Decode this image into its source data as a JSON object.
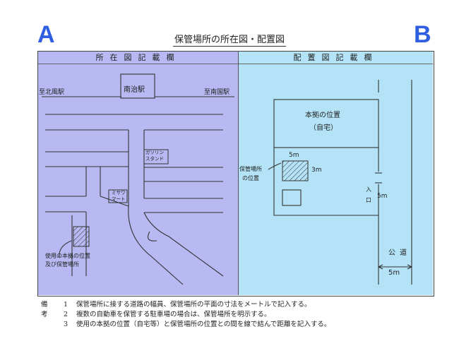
{
  "labels": {
    "left": "A",
    "right": "B"
  },
  "title": "保管場所の所在図・配置図",
  "location_map": {
    "header": "所在図記載欄",
    "station_center": "南治駅",
    "to_left": "至北風駅",
    "to_right": "至南国駅",
    "gas_station": [
      "ガソリン",
      "スタンド"
    ],
    "mart": [
      "ミサワ",
      "マート"
    ],
    "note": [
      "使用の本拠の位置",
      "及び保管場所"
    ]
  },
  "layout_map": {
    "header": "配置図記載欄",
    "home": [
      "本拠の位置",
      "（自宅）"
    ],
    "lot_width": "5m",
    "lot_depth": "3m",
    "lot_label": [
      "保管場所",
      "の位置"
    ],
    "entrance": [
      "入",
      "口"
    ],
    "entrance_width": "5m",
    "road": "公道",
    "road_width": "5m"
  },
  "notes": {
    "heading": "備考",
    "items": [
      {
        "num": "1",
        "text": "保管場所に接する道路の幅員、保管場所の平面の寸法をメートルで記入する。"
      },
      {
        "num": "2",
        "text": "複数の自動車を保管する駐車場の場合は、保管場所を明示する。"
      },
      {
        "num": "3",
        "text": "使用の本拠の位置（自宅等）と保管場所の位置との間を線で結んで距離を記入する。"
      }
    ]
  },
  "colors": {
    "panel_a": "#b8b8f2",
    "panel_b": "#b4e3f7",
    "corner_label": "#2f5fe0"
  }
}
